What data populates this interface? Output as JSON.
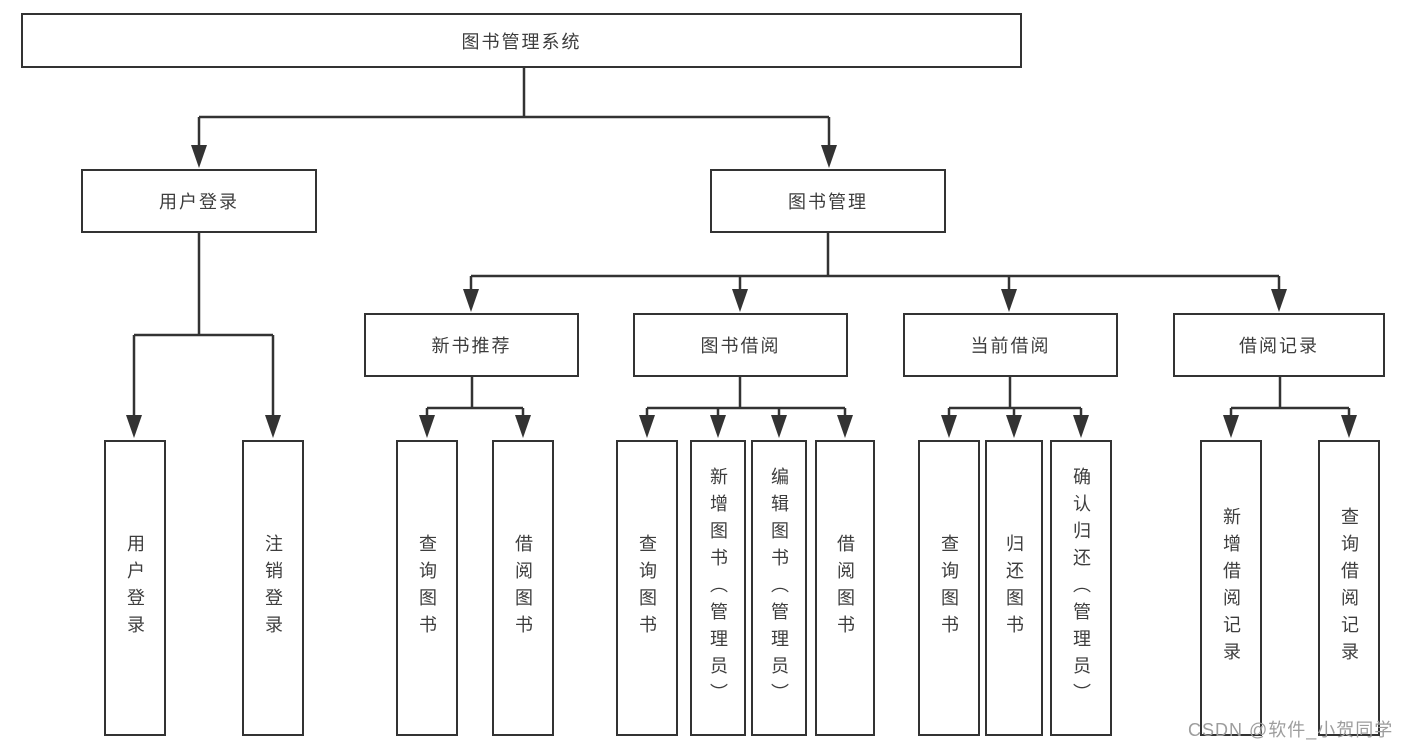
{
  "diagram": {
    "root": {
      "label": "图书管理系统"
    },
    "level2": [
      {
        "label": "用户登录"
      },
      {
        "label": "图书管理"
      }
    ],
    "level3": [
      {
        "label": "新书推荐"
      },
      {
        "label": "图书借阅"
      },
      {
        "label": "当前借阅"
      },
      {
        "label": "借阅记录"
      }
    ],
    "leaves": [
      {
        "label": "用户登录"
      },
      {
        "label": "注销登录"
      },
      {
        "label": "查询图书"
      },
      {
        "label": "借阅图书"
      },
      {
        "label": "查询图书"
      },
      {
        "label": "新增图书（管理员）"
      },
      {
        "label": "编辑图书（管理员）"
      },
      {
        "label": "借阅图书"
      },
      {
        "label": "查询图书"
      },
      {
        "label": "归还图书"
      },
      {
        "label": "确认归还（管理员）"
      },
      {
        "label": "新增借阅记录"
      },
      {
        "label": "查询借阅记录"
      }
    ],
    "colors": {
      "line": "#333333",
      "box_border": "#333333",
      "text": "#3d3d3d",
      "background": "#ffffff",
      "watermark": "#9d9d9d"
    }
  },
  "watermark": {
    "text": "CSDN @软件_小贺同学"
  }
}
